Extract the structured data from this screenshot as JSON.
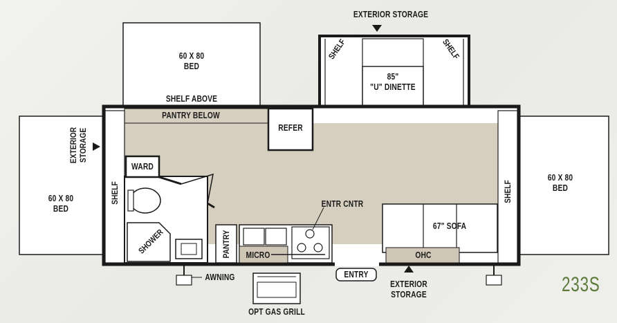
{
  "model": "233S",
  "colors": {
    "floor": "#d6cfc0",
    "wall": "#1a1a1a",
    "tent": "#ffffff",
    "model_text": "#5c7a3a",
    "ohc_fill": "#cfc6b6"
  },
  "labels": {
    "exterior_storage_top": "EXTERIOR STORAGE",
    "bed_top": "60 X 80\nBED",
    "shelf_above": "SHELF ABOVE",
    "pantry_below": "PANTRY BELOW",
    "refer": "REFER",
    "shelf_dinette_left": "SHELF",
    "shelf_dinette_right": "SHELF",
    "dinette": "85\"\n\"U\" DINETTE",
    "exterior_storage_left": "EXTERIOR\nSTORAGE",
    "bed_left": "60 X 80\nBED",
    "shelf_left": "SHELF",
    "ward": "WARD",
    "shower": "SHOWER",
    "pantry": "PANTRY",
    "micro": "MICRO",
    "entr_cntr": "ENTR CNTR",
    "sofa": "67\" SOFA",
    "ohc": "OHC",
    "shelf_right": "SHELF",
    "bed_right": "60 X 80\nBED",
    "awning": "AWNING",
    "entry": "ENTRY",
    "exterior_storage_bottom": "EXTERIOR\nSTORAGE",
    "opt_gas_grill": "OPT GAS GRILL"
  }
}
